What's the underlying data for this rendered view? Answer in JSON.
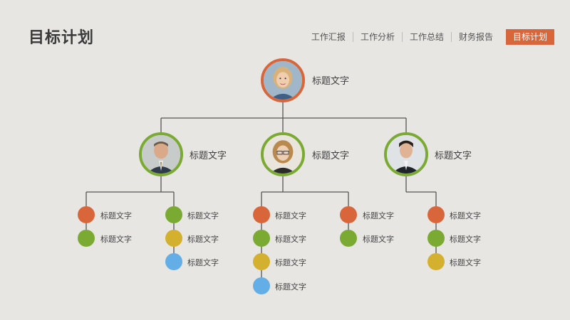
{
  "page_title": "目标计划",
  "nav": {
    "items": [
      "工作汇报",
      "工作分析",
      "工作总结",
      "财务报告",
      "目标计划"
    ],
    "active_index": 4
  },
  "colors": {
    "orange": "#d9663a",
    "green": "#7aaa32",
    "yellow": "#d4b02f",
    "blue": "#63aee6"
  },
  "org": {
    "root": {
      "label": "标题文字",
      "photo": "woman-portrait"
    },
    "managers": [
      {
        "label": "标题文字",
        "photo": "man-portrait"
      },
      {
        "label": "标题文字",
        "photo": "woman-glasses-portrait"
      },
      {
        "label": "标题文字",
        "photo": "young-man-portrait"
      }
    ],
    "leaf_groups": [
      {
        "items": [
          {
            "label": "标题文字",
            "color": "orange"
          },
          {
            "label": "标题文字",
            "color": "green"
          }
        ]
      },
      {
        "items": [
          {
            "label": "标题文字",
            "color": "green"
          },
          {
            "label": "标题文字",
            "color": "yellow"
          },
          {
            "label": "标题文字",
            "color": "blue"
          }
        ]
      },
      {
        "items": [
          {
            "label": "标题文字",
            "color": "orange"
          },
          {
            "label": "标题文字",
            "color": "green"
          },
          {
            "label": "标题文字",
            "color": "yellow"
          },
          {
            "label": "标题文字",
            "color": "blue"
          }
        ]
      },
      {
        "items": [
          {
            "label": "标题文字",
            "color": "orange"
          },
          {
            "label": "标题文字",
            "color": "green"
          }
        ]
      },
      {
        "items": [
          {
            "label": "标题文字",
            "color": "orange"
          },
          {
            "label": "标题文字",
            "color": "green"
          },
          {
            "label": "标题文字",
            "color": "yellow"
          }
        ]
      }
    ]
  }
}
